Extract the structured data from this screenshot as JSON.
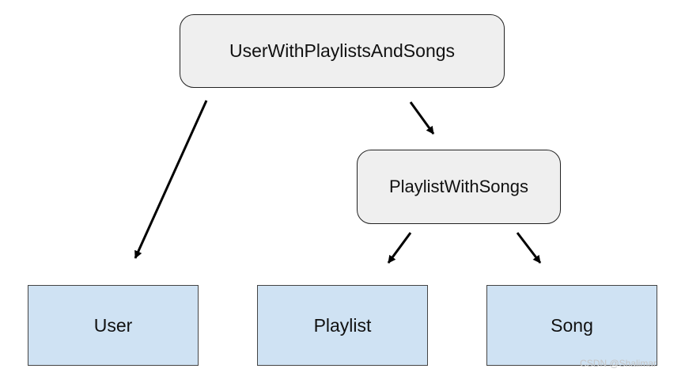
{
  "diagram": {
    "nodes": {
      "root": {
        "label": "UserWithPlaylistsAndSongs"
      },
      "middle": {
        "label": "PlaylistWithSongs"
      },
      "user": {
        "label": "User"
      },
      "playlist": {
        "label": "Playlist"
      },
      "song": {
        "label": "Song"
      }
    },
    "edges": [
      {
        "from": "UserWithPlaylistsAndSongs",
        "to": "User"
      },
      {
        "from": "UserWithPlaylistsAndSongs",
        "to": "PlaylistWithSongs"
      },
      {
        "from": "PlaylistWithSongs",
        "to": "Playlist"
      },
      {
        "from": "PlaylistWithSongs",
        "to": "Song"
      }
    ],
    "colors": {
      "composite_fill": "#efefef",
      "entity_fill": "#cfe2f3",
      "stroke": "#000000"
    }
  },
  "watermark": {
    "text": "CSDN @Shalimar"
  }
}
